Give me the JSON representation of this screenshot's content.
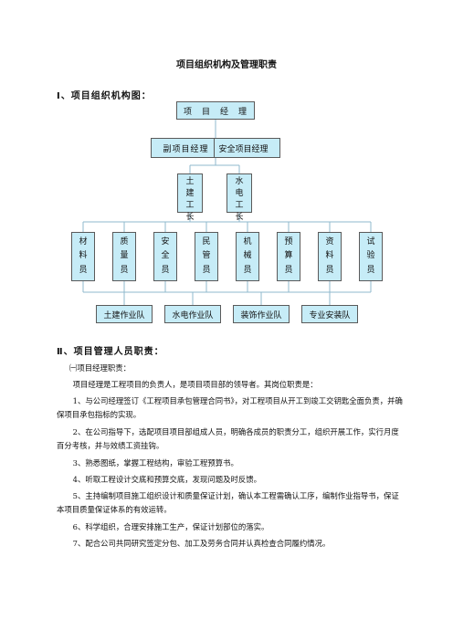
{
  "doc_title": "项目组织机构及管理职责",
  "section1_heading": "Ⅰ、项目组织机构图：",
  "org": {
    "pm": "项　目　经　理",
    "deputy": "副项目经理",
    "safety_pm": "安全项目经理",
    "civil_foreman": [
      "土",
      "建",
      "工",
      "长"
    ],
    "me_foreman": [
      "水",
      "电",
      "工",
      "长"
    ],
    "staff": [
      [
        "材",
        "料",
        "员"
      ],
      [
        "质",
        "量",
        "员"
      ],
      [
        "安",
        "全",
        "员"
      ],
      [
        "民",
        "管",
        "员"
      ],
      [
        "机",
        "械",
        "员"
      ],
      [
        "预",
        "算",
        "员"
      ],
      [
        "资",
        "料",
        "员"
      ],
      [
        "试",
        "验",
        "员"
      ]
    ],
    "teams": [
      "土建作业队",
      "水电作业队",
      "装饰作业队",
      "专业安装队"
    ]
  },
  "section2_heading": "Ⅱ、项目管理人员职责：",
  "sub1": "㈠项目经理职责：",
  "intro": "项目经理是工程项目的负责人，是项目项目部的领导者。其岗位职责是：",
  "duties": [
    "1、与公司经理签订《工程项目承包管理合同书》，对工程项目从开工到竣工交钥匙全面负责，并确保项目承包指标的实现。",
    "2、在公司指导下，选配项目项目部组成人员，明确各成员的职责分工，组织开展工作，实行月度百分考核，并与效绩工资挂钩。",
    "3、熟悉图纸，掌握工程结构，审验工程预算书。",
    "4、听取工程设计交底和预算交底，发现问题及时反馈。",
    "5、主持编制项目施工组织设计和质量保证计划，确认本工程需确认工序，编制作业指导书，保证本项目质量保证体系的有效运转。",
    "6、科学组织，合理安排施工生产，保证计划部位的落实。",
    "7、配合公司共同研究签定分包、加工及劳务合同并认真检查合同履约情况。"
  ]
}
